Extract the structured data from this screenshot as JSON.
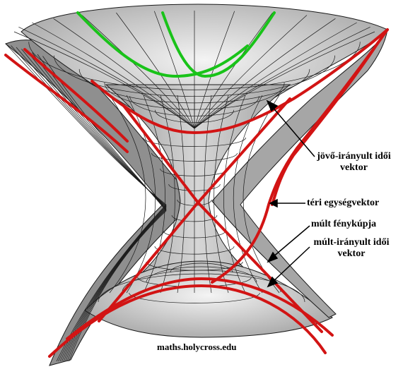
{
  "labels": {
    "future_timelike_line1": "jövő-irányult idői",
    "future_timelike_line2": "vektor",
    "spacelike_unit": "téri egységvektor",
    "past_light_cone": "múlt fénykúpja",
    "past_timelike_line1": "múlt-irányult idői",
    "past_timelike_line2": "vektor",
    "credit": "maths.holycross.edu"
  },
  "colors": {
    "surface_fill": "#b4b4b4",
    "surface_light": "#e8e8e8",
    "mesh_line": "#1a1a1a",
    "hyperbola_red": "#d21414",
    "geodesic_green": "#19c319",
    "arrow": "#000000"
  }
}
